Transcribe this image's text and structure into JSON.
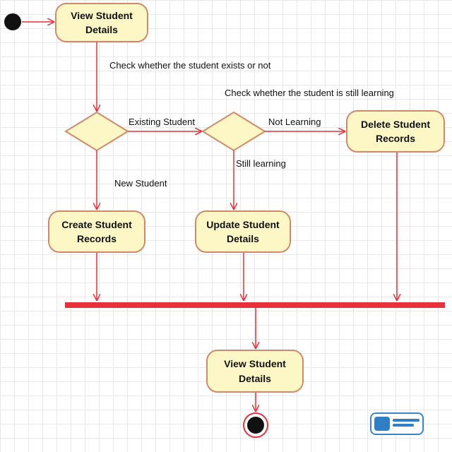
{
  "diagram": {
    "nodes": {
      "view_top": "View Student\nDetails",
      "create": "Create Student\nRecords",
      "update": "Update Student\nDetails",
      "delete": "Delete Student\nRecords",
      "view_bottom": "View Student\nDetails"
    },
    "labels": {
      "check_exists": "Check whether the student exists or not",
      "check_learning": "Check whether the student is still learning",
      "existing": "Existing Student",
      "not_learning": "Not Learning",
      "still_learning": "Still learning",
      "new_student": "New Student"
    }
  },
  "colors": {
    "flow": "#e8303a",
    "node_fill": "#fcf7c4",
    "node_border": "#d08a6a",
    "diamond_fill": "#fcf7c4",
    "terminal": "#111111"
  }
}
